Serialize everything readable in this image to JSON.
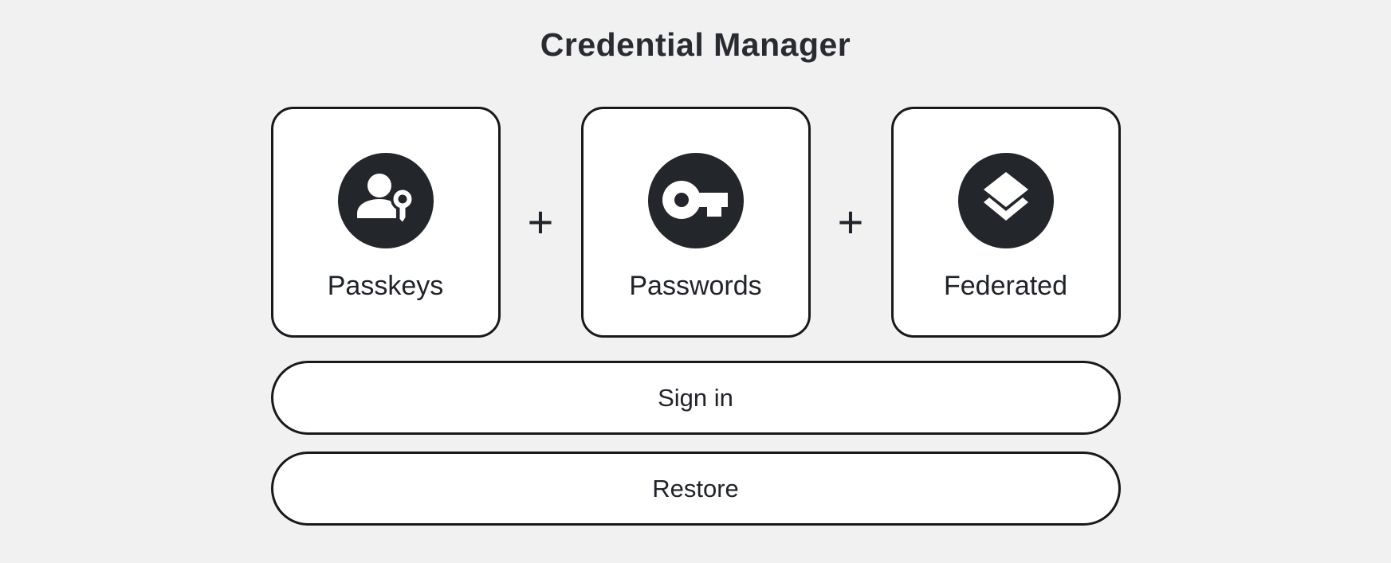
{
  "title": "Credential Manager",
  "separator": "+",
  "cards": [
    {
      "label": "Passkeys",
      "icon": "passkey-icon"
    },
    {
      "label": "Passwords",
      "icon": "key-icon"
    },
    {
      "label": "Federated",
      "icon": "layers-icon"
    }
  ],
  "actions": {
    "sign_in_label": "Sign in",
    "restore_label": "Restore"
  },
  "colors": {
    "background": "#f1f1f2",
    "card_background": "#ffffff",
    "outline": "#17191c",
    "icon_circle": "#23262b",
    "text": "#202328"
  }
}
